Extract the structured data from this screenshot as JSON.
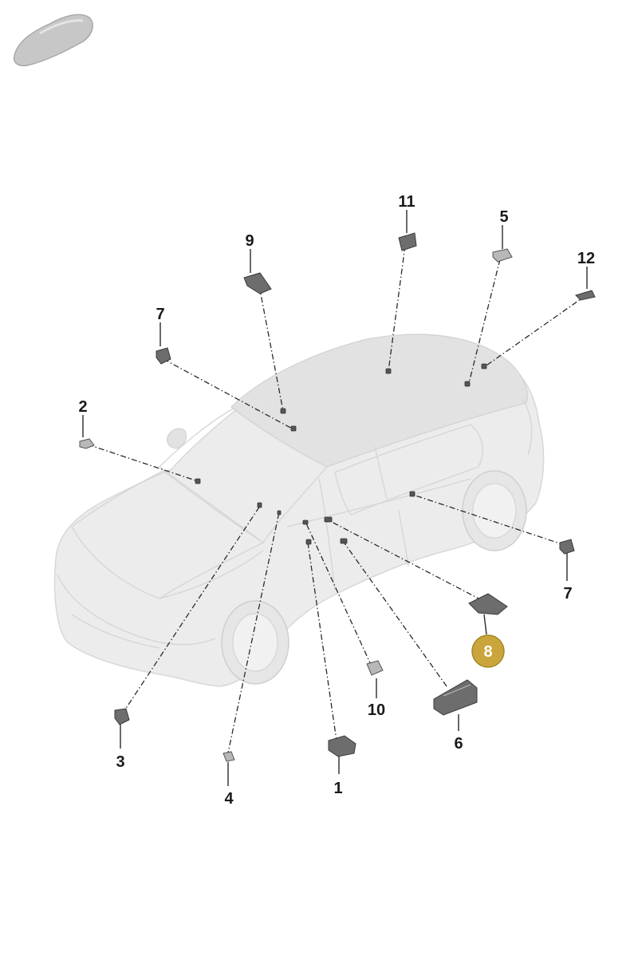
{
  "diagram": {
    "highlight_color": "#c9a53b",
    "thumbnail_icon": "car-silhouette-icon",
    "callouts": [
      {
        "id": "c1",
        "label": "1"
      },
      {
        "id": "c2",
        "label": "2"
      },
      {
        "id": "c3",
        "label": "3"
      },
      {
        "id": "c4",
        "label": "4"
      },
      {
        "id": "c5",
        "label": "5"
      },
      {
        "id": "c6",
        "label": "6"
      },
      {
        "id": "c7a",
        "label": "7"
      },
      {
        "id": "c7b",
        "label": "7"
      },
      {
        "id": "c8",
        "label": "8",
        "highlighted": true
      },
      {
        "id": "c9",
        "label": "9"
      },
      {
        "id": "c10",
        "label": "10"
      },
      {
        "id": "c11",
        "label": "11"
      },
      {
        "id": "c12",
        "label": "12"
      }
    ]
  }
}
